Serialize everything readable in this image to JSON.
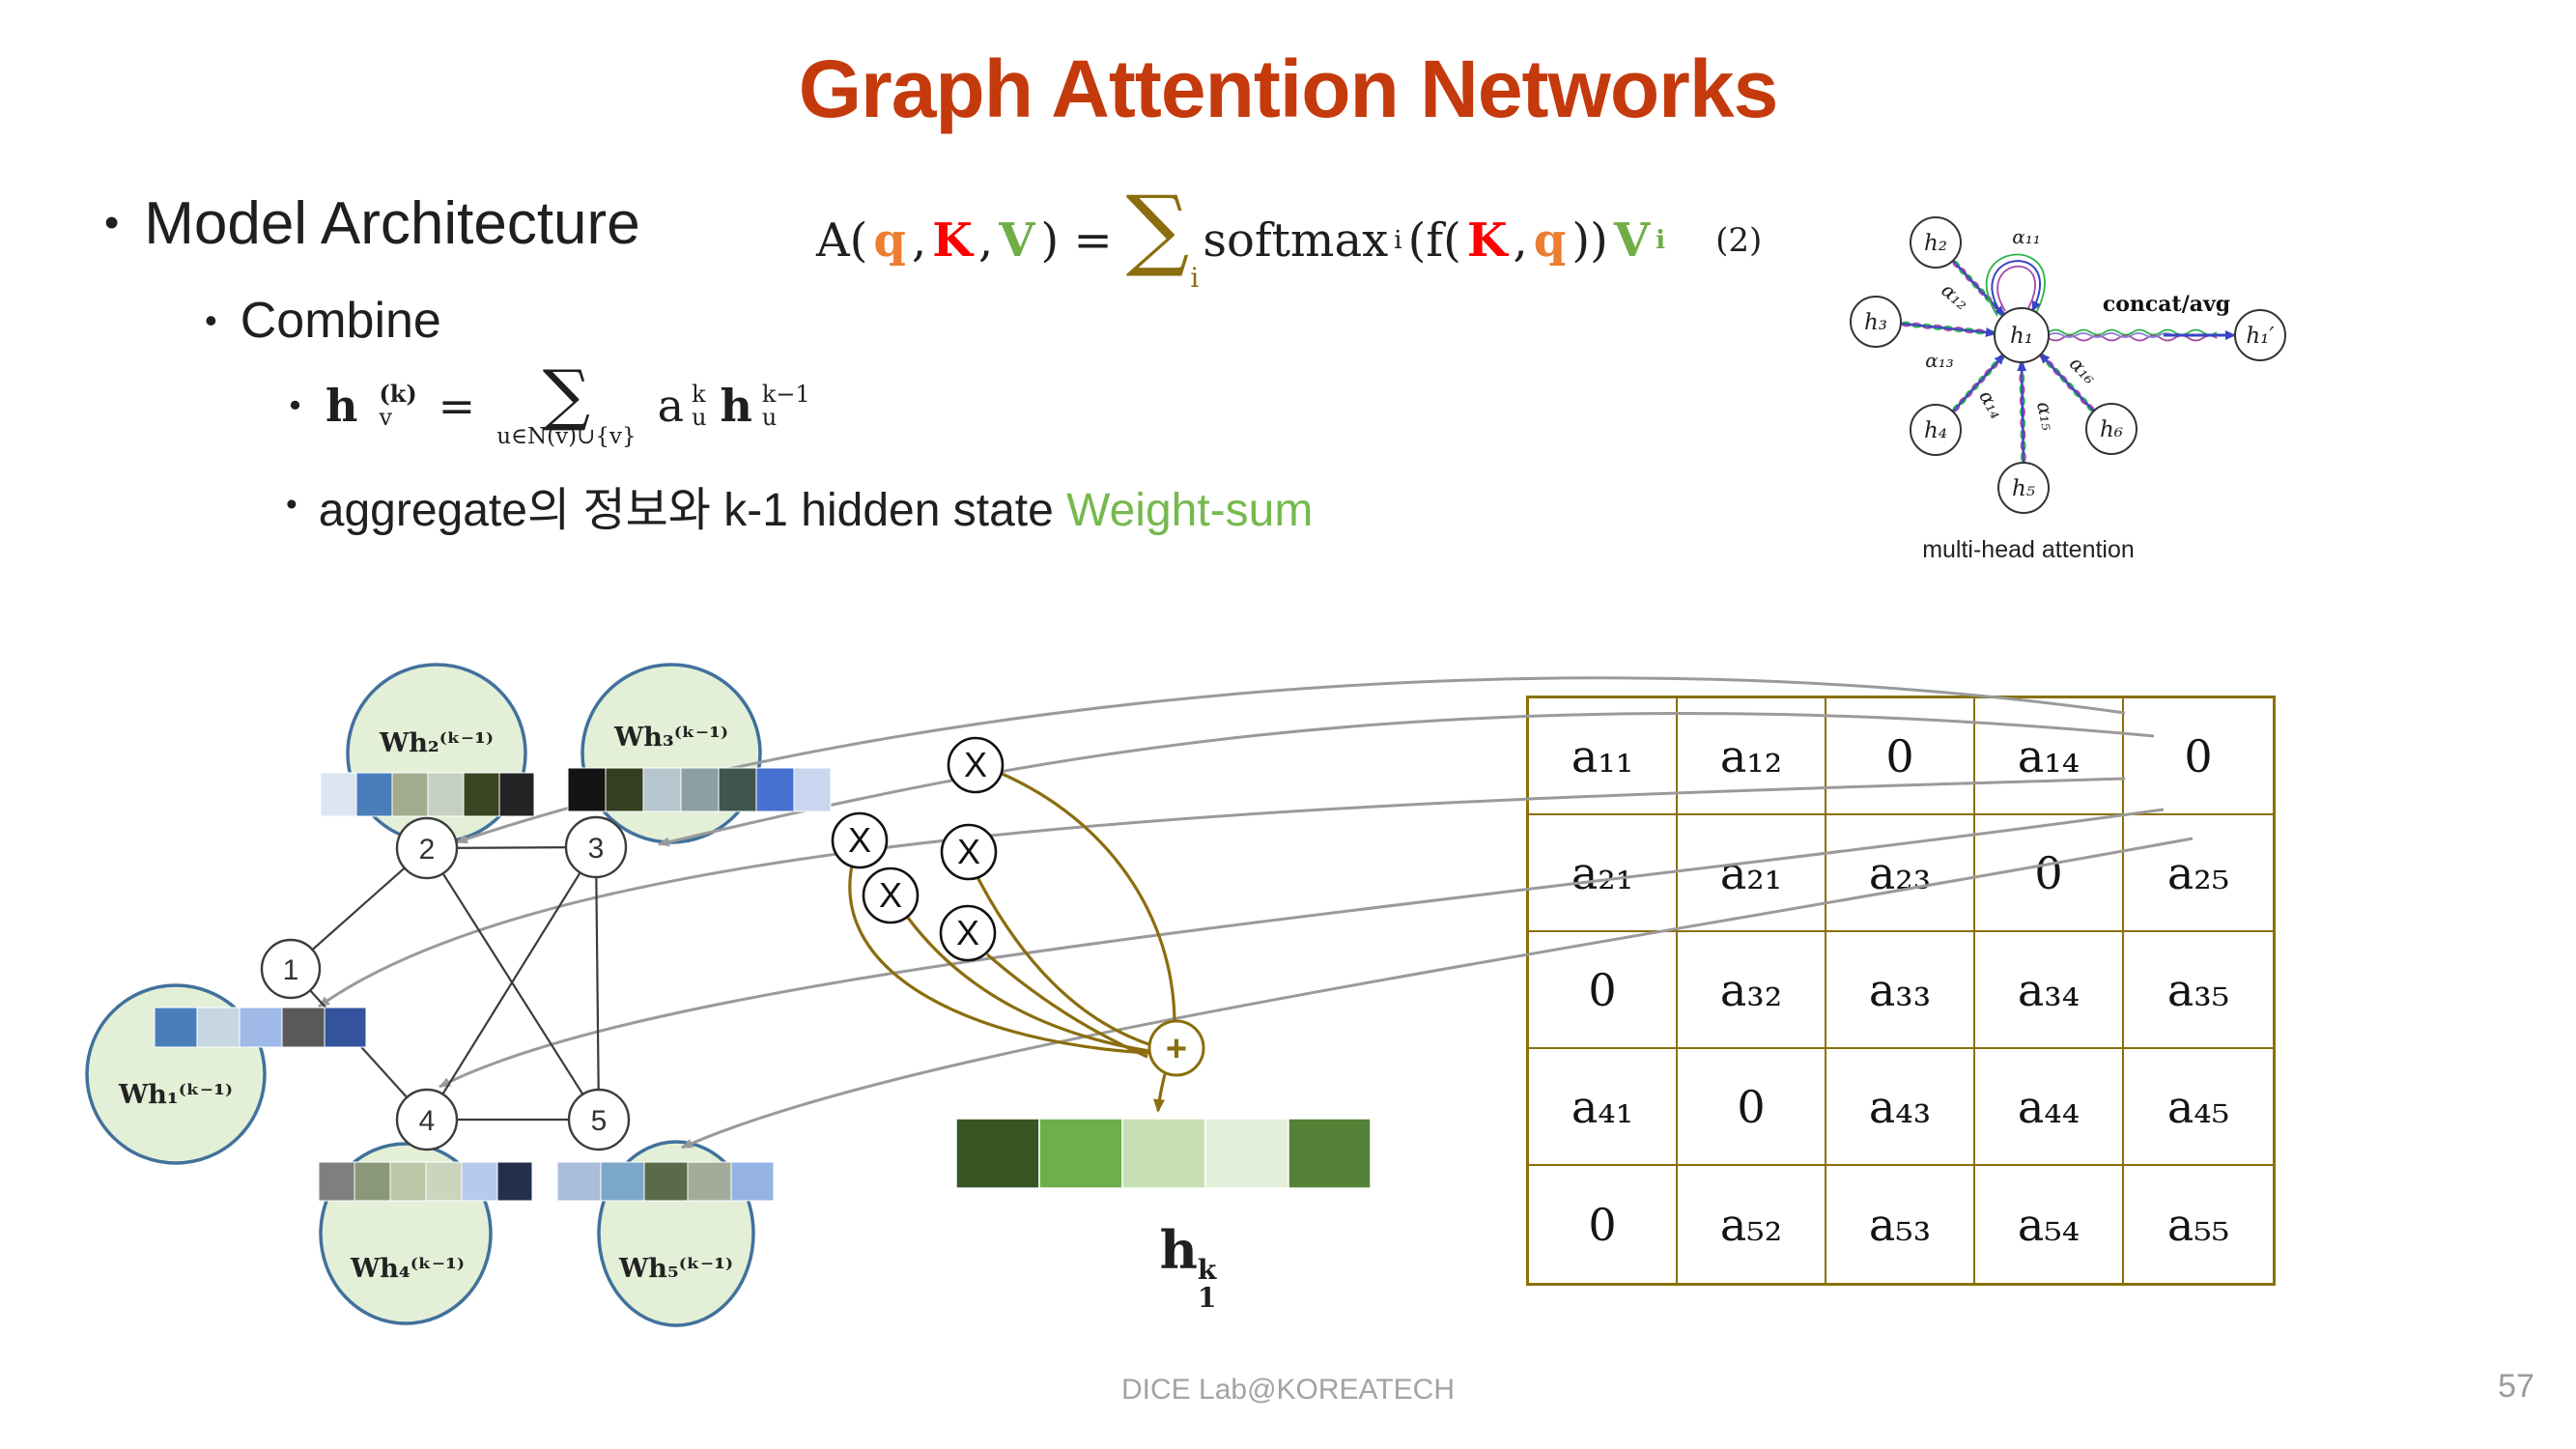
{
  "slide": {
    "title": "Graph Attention Networks",
    "footer": "DICE Lab@KOREATECH",
    "page_number": "57",
    "bullet_marker": "•"
  },
  "bullets": {
    "level1": "Model Architecture",
    "level2": "Combine",
    "aggregate_pre": "aggregate의 정보와 k-1 hidden state ",
    "aggregate_highlight": "Weight-sum"
  },
  "formula_a": {
    "lhs": "A(",
    "q": "q",
    "comma1": ",",
    "K": "K",
    "comma2": ",",
    "V": "V",
    "rhs_open": ") =",
    "sum": "∑",
    "sum_sub": "i",
    "softmax": "softmax",
    "softmax_sub": "i",
    "open": "(f(",
    "K2": "K",
    "comma3": ",",
    "q2": "q",
    "close": "))",
    "V2": "V",
    "V2_sub": "i",
    "eq_number": "(2)"
  },
  "formula_h": {
    "h": "h",
    "h_sup": "(k)",
    "h_sub": "v",
    "equals": "=",
    "sum": "∑",
    "sum_sub": "u∈N(v)∪{v}",
    "a": "a",
    "a_sup": "k",
    "a_sub": "u",
    "h2": "h",
    "h2_sup": "k−1",
    "h2_sub": "u"
  },
  "multihead": {
    "caption": "multi-head attention",
    "concat_label": "concat/avg",
    "center_node": "h₁",
    "output_node": "h₁′",
    "neighbors": [
      "h₂",
      "h₃",
      "h₄",
      "h₅",
      "h₆"
    ],
    "alphas": [
      "α₁₁",
      "α₁₂",
      "α₁₃",
      "α₁₄",
      "α₁₅",
      "α₁₆"
    ]
  },
  "graph": {
    "node_numbers": [
      "1",
      "2",
      "3",
      "4",
      "5"
    ],
    "wh_labels": [
      "Wh₁⁽ᵏ⁻¹⁾",
      "Wh₂⁽ᵏ⁻¹⁾",
      "Wh₃⁽ᵏ⁻¹⁾",
      "Wh₄⁽ᵏ⁻¹⁾",
      "Wh₅⁽ᵏ⁻¹⁾"
    ],
    "bars": {
      "h1": [
        "#4a7ebb",
        "#c7d7e2",
        "#9fb9e8",
        "#595959",
        "#33549c"
      ],
      "h2": [
        "#dce6f2",
        "#4a7ebb",
        "#a3ab8d",
        "#c6d0c2",
        "#3a4422",
        "#242424"
      ],
      "h3": [
        "#141414",
        "#333f1e",
        "#b7c6ce",
        "#8aa0a2",
        "#3f5550",
        "#4671d0",
        "#c9d6f0"
      ],
      "h4": [
        "#7f7f7f",
        "#8a9878",
        "#bcc7a8",
        "#ccd4bd",
        "#b7c9ec",
        "#22304a"
      ],
      "h5": [
        "#a9bedb",
        "#7ba7c9",
        "#5a6b49",
        "#a3ab99",
        "#94b3e3"
      ]
    }
  },
  "ops": {
    "multiply": "X",
    "add": "+"
  },
  "output_vector": {
    "colors": [
      "#375623",
      "#6fae4a",
      "#c6e0b4",
      "#e2efda",
      "#538135"
    ],
    "label_base": "h",
    "label_sup": "k",
    "label_sub": "1"
  },
  "matrix": {
    "rows": [
      [
        "a₁₁",
        "a₁₂",
        "0",
        "a₁₄",
        "0"
      ],
      [
        "a₂₁",
        "a₂₁",
        "a₂₃",
        "0",
        "a₂₅"
      ],
      [
        "0",
        "a₃₂",
        "a₃₃",
        "a₃₄",
        "a₃₅"
      ],
      [
        "a₄₁",
        "0",
        "a₄₃",
        "a₄₄",
        "a₄₅"
      ],
      [
        "0",
        "a₅₂",
        "a₅₃",
        "a₅₄",
        "a₅₅"
      ]
    ]
  },
  "colors": {
    "title": "#C43A0D",
    "highlight_green": "#76B94F",
    "q_orange": "#ED7D31",
    "k_red": "#FF0000",
    "v_green": "#70AD47",
    "gold": "#8B6D0E",
    "table_border": "#8A7008",
    "head_green": "#2db34a",
    "head_purple": "#a349a4",
    "head_blue": "#3a45c4",
    "node_fill": "#e3efd7",
    "node_stroke": "#41719c"
  }
}
